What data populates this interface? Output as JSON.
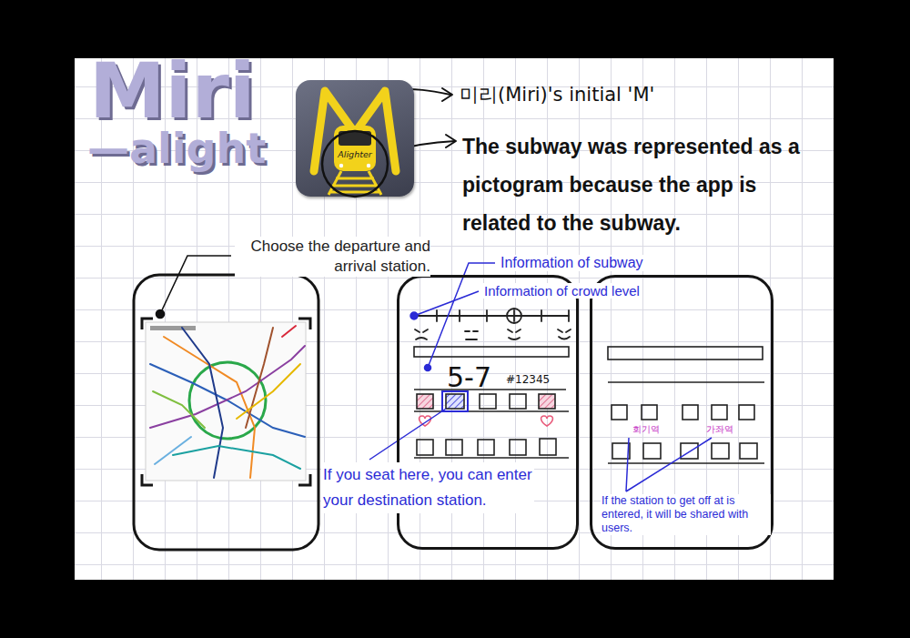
{
  "diagram": {
    "title": "Miri",
    "nodes": [
      {
        "text": [
          "Alighter"
        ]
      },
      {
        "text": [
          "5-7",
          "#12345"
        ]
      },
      {
        "text": [
          "회기역",
          "가좌역"
        ]
      }
    ],
    "labels": [
      "—alight",
      "미리(Miri)'s initial 'M'",
      "The subway was represented as a pictogram because the app is related to the subway.",
      "Choose the departure and arrival station.",
      "Information of subway",
      "Information of crowd level",
      "If you seat here, you can enter your destination station.",
      "If the station to get off at is entered, it will be shared with users."
    ]
  }
}
